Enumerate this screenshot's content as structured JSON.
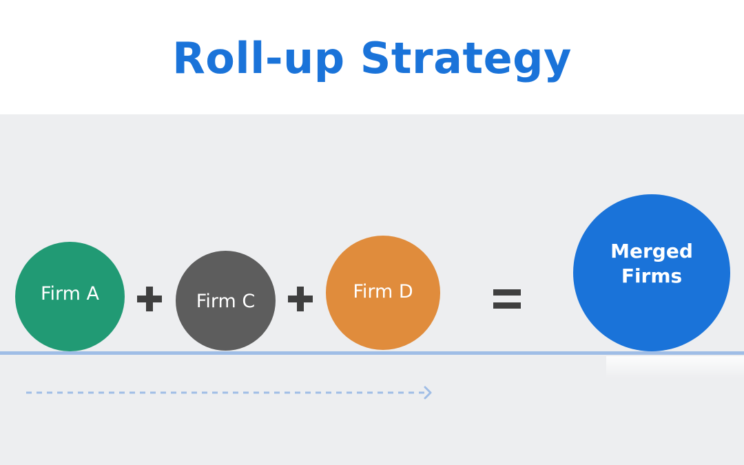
{
  "title": "Roll-up Strategy",
  "firms": [
    {
      "label": "Firm A",
      "color": "#219a74"
    },
    {
      "label": "Firm C",
      "color": "#5d5d5d"
    },
    {
      "label": "Firm D",
      "color": "#e08c3c"
    }
  ],
  "result": {
    "label": "Merged Firms",
    "color": "#1a73d9"
  },
  "operators": [
    "plus-icon",
    "plus-icon",
    "equals-icon"
  ],
  "colors": {
    "title": "#1a73d9",
    "background": "#edeef0",
    "baseline": "#9fbde6",
    "operator": "#3f3f3f",
    "arrow": "#9fbde6"
  }
}
